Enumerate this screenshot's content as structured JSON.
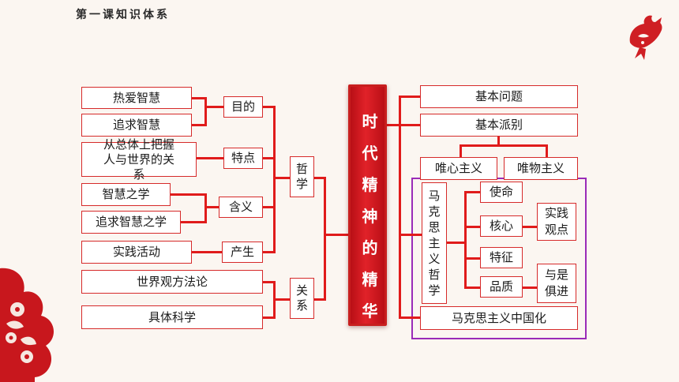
{
  "page": {
    "title": "第一课知识体系"
  },
  "center": {
    "chars": [
      "时",
      "代",
      "精",
      "神",
      "的",
      "精",
      "华"
    ]
  },
  "left": {
    "leaves": {
      "re_ai_zhi_hui": "热爱智慧",
      "zhui_qiu_zhi_hui": "追求智慧",
      "zong_ti": "从总体上把握人与世界的关系",
      "zhi_hui_zhi_xue": "智慧之学",
      "zhui_qiu_zhi_hui_zhi_xue": "追求智慧之学",
      "shi_jian_huo_dong": "实践活动",
      "shi_jie_guan": "世界观方法论",
      "ju_ti_ke_xue": "具体科学"
    },
    "mids": {
      "mu_de": "目的",
      "te_dian": "特点",
      "han_yi": "含义",
      "chan_sheng": "产生"
    },
    "categories": {
      "zhe_xue": "哲学",
      "guan_xi": "关系"
    }
  },
  "right": {
    "ji_ben_wen_ti": "基本问题",
    "ji_ben_pai_bie": "基本派别",
    "wei_xin": "唯心主义",
    "wei_wu": "唯物主义",
    "marxist_philosophy": "马克思主义哲学",
    "shi_ming": "使命",
    "he_xin": "核心",
    "te_zheng": "特征",
    "pin_zhi": "品质",
    "shi_jian_guan_dian": "实践观点",
    "yu_shi_ju_jin": "与是俱进",
    "zhong_guo_hua": "马克思主义中国化"
  },
  "colors": {
    "accent": "#e01b1b",
    "banner": "#d01a20",
    "frame": "#9a2bb8",
    "background": "#fbf6f1"
  },
  "decorations": [
    "paper-cut-bird-icon",
    "paper-cut-flower-icon"
  ]
}
